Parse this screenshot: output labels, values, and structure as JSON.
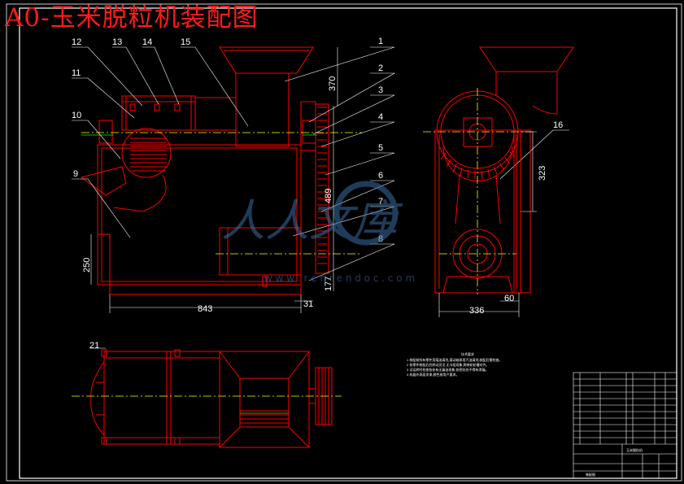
{
  "title": "A0-玉米脱粒机装配图",
  "part_numbers": [
    "1",
    "2",
    "3",
    "4",
    "5",
    "6",
    "7",
    "8",
    "9",
    "10",
    "11",
    "12",
    "13",
    "14",
    "15",
    "16"
  ],
  "dimensions": {
    "front_height_top": "370",
    "front_height_mid": "489",
    "front_height_bottom": "177",
    "front_length": "843",
    "front_left_height": "250",
    "front_offset": "31",
    "side_height": "323",
    "side_width": "336",
    "side_offset": "60",
    "top_offset": "21"
  },
  "notes": {
    "heading": "技术要求",
    "lines": [
      "1 装配前所有零件用煤油清洗,滚动轴承用汽油清洗,装配后需检查。",
      "2 各零件装配后应转动灵活,无卡阻现象,两带轮轮槽对齐。",
      "3 试运转时检查各处有无漏油现象,各密封处不得有渗漏。",
      "4 机器外表面涂漆,颜色按用户要求。"
    ]
  },
  "title_block": {
    "drawing_name": "玉米脱粒机",
    "sheet_label": "装配图"
  },
  "watermark": {
    "text": "人人文库",
    "url": "w w w . r e n r e n d o c . c o m"
  },
  "colors": {
    "background": "#000000",
    "outline": "#ff0000",
    "leader": "#ffffff",
    "centerline": "#ffff00",
    "accent_green": "#00ff00",
    "watermark": "#3a6ea5"
  }
}
